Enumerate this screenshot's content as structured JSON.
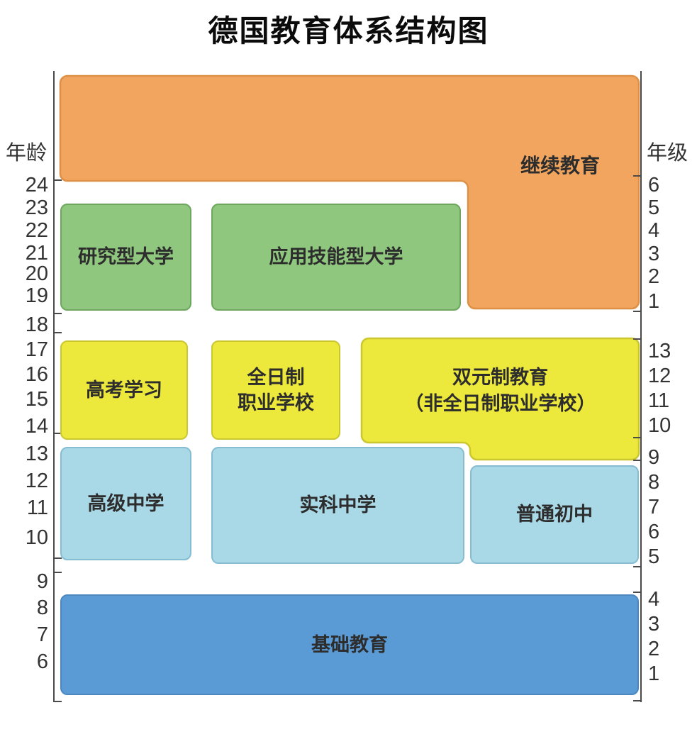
{
  "title": "德国教育体系结构图",
  "axis_left": {
    "label": "年龄",
    "values": [
      "24",
      "23",
      "22",
      "21",
      "20",
      "19",
      "18",
      "17",
      "16",
      "15",
      "14",
      "13",
      "12",
      "11",
      "10",
      "9",
      "8",
      "7",
      "6"
    ]
  },
  "axis_right": {
    "label": "年级",
    "values": [
      "6",
      "5",
      "4",
      "3",
      "2",
      "1",
      "13",
      "12",
      "11",
      "10",
      "9",
      "8",
      "7",
      "6",
      "5",
      "4",
      "3",
      "2",
      "1"
    ]
  },
  "blocks": {
    "continuing_education": {
      "label": "继续教育",
      "color": "#F2A55E"
    },
    "research_university": {
      "label": "研究型大学",
      "color": "#8FC77E"
    },
    "applied_skills_university": {
      "label": "应用技能型大学",
      "color": "#8FC77E"
    },
    "gaokao_study": {
      "label": "高考学习",
      "color": "#EDE83C"
    },
    "fulltime_vocational_school": {
      "label": "全日制\n职业学校",
      "color": "#EDE83C"
    },
    "dual_system_education": {
      "label": "双元制教育\n（非全日制职业学校）",
      "color": "#EDE83C"
    },
    "gymnasium": {
      "label": "高级中学",
      "color": "#A9D8E6"
    },
    "realschule": {
      "label": "实科中学",
      "color": "#A9D8E6"
    },
    "general_junior_high": {
      "label": "普通初中",
      "color": "#A9D8E6"
    },
    "basic_education": {
      "label": "基础教育",
      "color": "#5B9BD5"
    }
  }
}
